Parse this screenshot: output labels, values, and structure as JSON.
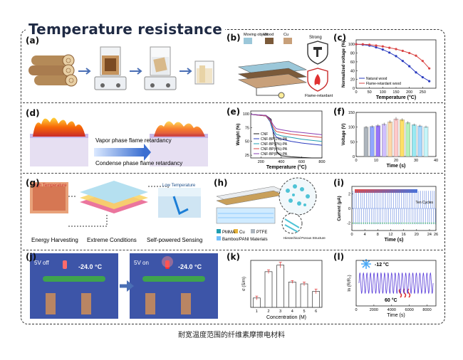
{
  "title": "Temperature resistance",
  "caption": "耐宽温度范围的纤维素摩擦电材料",
  "panel_labels": [
    "(a)",
    "(b)",
    "(c)",
    "(d)",
    "(e)",
    "(f)",
    "(g)",
    "(h)",
    "(i)",
    "(j)",
    "(k)",
    "(l)"
  ],
  "panel_b": {
    "legend": [
      "Moving object",
      "Wood",
      "Cu"
    ],
    "strong_label": "Strong",
    "flame_label": "Flame-retardant"
  },
  "panel_d": {
    "vapor_text": "Vapor phase flame retardancy",
    "condense_text": "Condense phase flame retardancy"
  },
  "panel_g": {
    "high_temp_label": "High Temperature",
    "low_temp_label": "Low Temperature",
    "energy_label": "Energy Harvesting",
    "extreme_label": "Extreme Conditions",
    "sensing_label": "Self-powered Sensing"
  },
  "panel_h": {
    "legend": [
      "PMMA",
      "Cu",
      "PTFE",
      "Bamboo/PANI Materials"
    ],
    "structure_label": "Hierarchical Porous Structure"
  },
  "panel_j": {
    "left_state": "5V off",
    "right_state": "5V on",
    "temp_left": "-24.0 °C",
    "temp_right": "-24.0 °C"
  },
  "panel_l_labels": {
    "cold": "-12 °C",
    "hot": "60 °C"
  },
  "colors": {
    "series_blue": "#2a3bbf",
    "series_red": "#d94444",
    "title": "#1f2a44"
  },
  "chart_data": [
    {
      "id": "c",
      "type": "line",
      "xlabel": "Temperature (°C)",
      "ylabel": "Normalized voltage (%)",
      "xlim": [
        0,
        300
      ],
      "ylim": [
        0,
        110
      ],
      "xticks": [
        0,
        50,
        100,
        150,
        200,
        250
      ],
      "yticks": [
        0,
        20,
        40,
        60,
        80,
        100
      ],
      "legend_position": "bottom-left",
      "series": [
        {
          "name": "Natural wood",
          "color": "#2a3bbf",
          "x": [
            0,
            25,
            50,
            75,
            100,
            125,
            150,
            175,
            200,
            225,
            250,
            275
          ],
          "y": [
            100,
            99,
            97,
            93,
            88,
            81,
            73,
            62,
            50,
            36,
            25,
            16
          ]
        },
        {
          "name": "Flame-retardant wood",
          "color": "#d94444",
          "x": [
            0,
            25,
            50,
            75,
            100,
            125,
            150,
            175,
            200,
            225,
            250,
            275
          ],
          "y": [
            100,
            100,
            99,
            97,
            95,
            92,
            89,
            85,
            80,
            74,
            62,
            45
          ]
        }
      ]
    },
    {
      "id": "e",
      "type": "line",
      "xlabel": "Temperature (°C)",
      "ylabel": "Weight (%)",
      "xlim": [
        100,
        800
      ],
      "ylim": [
        20,
        105
      ],
      "xticks": [
        200,
        400,
        600,
        800
      ],
      "yticks": [
        25,
        50,
        75,
        100
      ],
      "legend_position": "bottom-left",
      "series": [
        {
          "name": "CNF",
          "color": "#1a1a1a",
          "x": [
            100,
            250,
            300,
            330,
            360,
            400,
            500,
            600,
            700,
            800
          ],
          "y": [
            99,
            97,
            90,
            55,
            30,
            24,
            22,
            21,
            20,
            20
          ]
        },
        {
          "name": "CNF-BP(1%)-PA",
          "color": "#2a3bbf",
          "x": [
            100,
            250,
            290,
            320,
            350,
            400,
            500,
            600,
            700,
            800
          ],
          "y": [
            99,
            96,
            86,
            68,
            58,
            54,
            50,
            47,
            45,
            43
          ]
        },
        {
          "name": "CNF-BP(2%)-PA",
          "color": "#1f9db0",
          "x": [
            100,
            250,
            290,
            320,
            350,
            400,
            500,
            600,
            700,
            800
          ],
          "y": [
            99,
            96,
            87,
            72,
            63,
            60,
            57,
            54,
            52,
            50
          ]
        },
        {
          "name": "CNF-BP(4%)-PA",
          "color": "#d94444",
          "x": [
            100,
            250,
            290,
            320,
            350,
            400,
            500,
            600,
            700,
            800
          ],
          "y": [
            99,
            96,
            88,
            76,
            68,
            66,
            63,
            61,
            59,
            57
          ]
        },
        {
          "name": "CNF-BP(8%)-PA",
          "color": "#8a3fb3",
          "x": [
            100,
            250,
            290,
            320,
            350,
            400,
            500,
            600,
            700,
            800
          ],
          "y": [
            99,
            97,
            90,
            80,
            73,
            71,
            68,
            66,
            64,
            62
          ]
        }
      ]
    },
    {
      "id": "f",
      "type": "bar",
      "xlabel": "Time (s)",
      "ylabel": "Voltage (V)",
      "xlim": [
        0,
        40
      ],
      "ylim": [
        0,
        150
      ],
      "xticks": [
        0,
        10,
        20,
        30,
        40
      ],
      "yticks": [
        0,
        50,
        100,
        150
      ],
      "x": [
        5,
        8,
        11,
        14,
        17,
        20,
        23,
        26,
        29,
        32,
        35
      ],
      "values": [
        100,
        102,
        105,
        110,
        118,
        128,
        125,
        115,
        108,
        104,
        101
      ],
      "errors": [
        4,
        4,
        5,
        5,
        5,
        6,
        5,
        5,
        4,
        4,
        4
      ]
    },
    {
      "id": "i",
      "type": "line",
      "xlabel": "Time (s)",
      "ylabel": "Current (μA)",
      "xlim": [
        0,
        26
      ],
      "ylim": [
        -3,
        3
      ],
      "xticks": [
        0,
        4,
        8,
        12,
        16,
        20,
        24,
        26
      ],
      "yticks": [
        -2,
        0,
        2
      ],
      "annotations": [
        "Ten Cycles"
      ],
      "series": [
        {
          "name": "",
          "color": "#4a73d9",
          "kind": "pulse",
          "period": 0.6,
          "amplitude": 2.4
        }
      ]
    },
    {
      "id": "k",
      "type": "bar",
      "xlabel": "Concentration (M)",
      "ylabel": "σ (S/m)",
      "ylim": [
        0,
        5
      ],
      "categories": [
        "1",
        "2",
        "3",
        "4",
        "5",
        "6"
      ],
      "values": [
        1.0,
        3.8,
        4.5,
        2.7,
        2.5,
        1.7
      ],
      "errors": [
        0.2,
        0.2,
        0.3,
        0.15,
        0.2,
        0.25
      ]
    },
    {
      "id": "l",
      "type": "line",
      "xlabel": "Time (s)",
      "ylabel": "ln (R/R₀)",
      "xlim": [
        0,
        9000
      ],
      "xticks": [
        0,
        2000,
        4000,
        6000,
        8000
      ],
      "series": [
        {
          "name": "",
          "color": "#5a3ed9",
          "kind": "sine",
          "cycles": 21,
          "amplitude": 0.8
        }
      ]
    }
  ]
}
